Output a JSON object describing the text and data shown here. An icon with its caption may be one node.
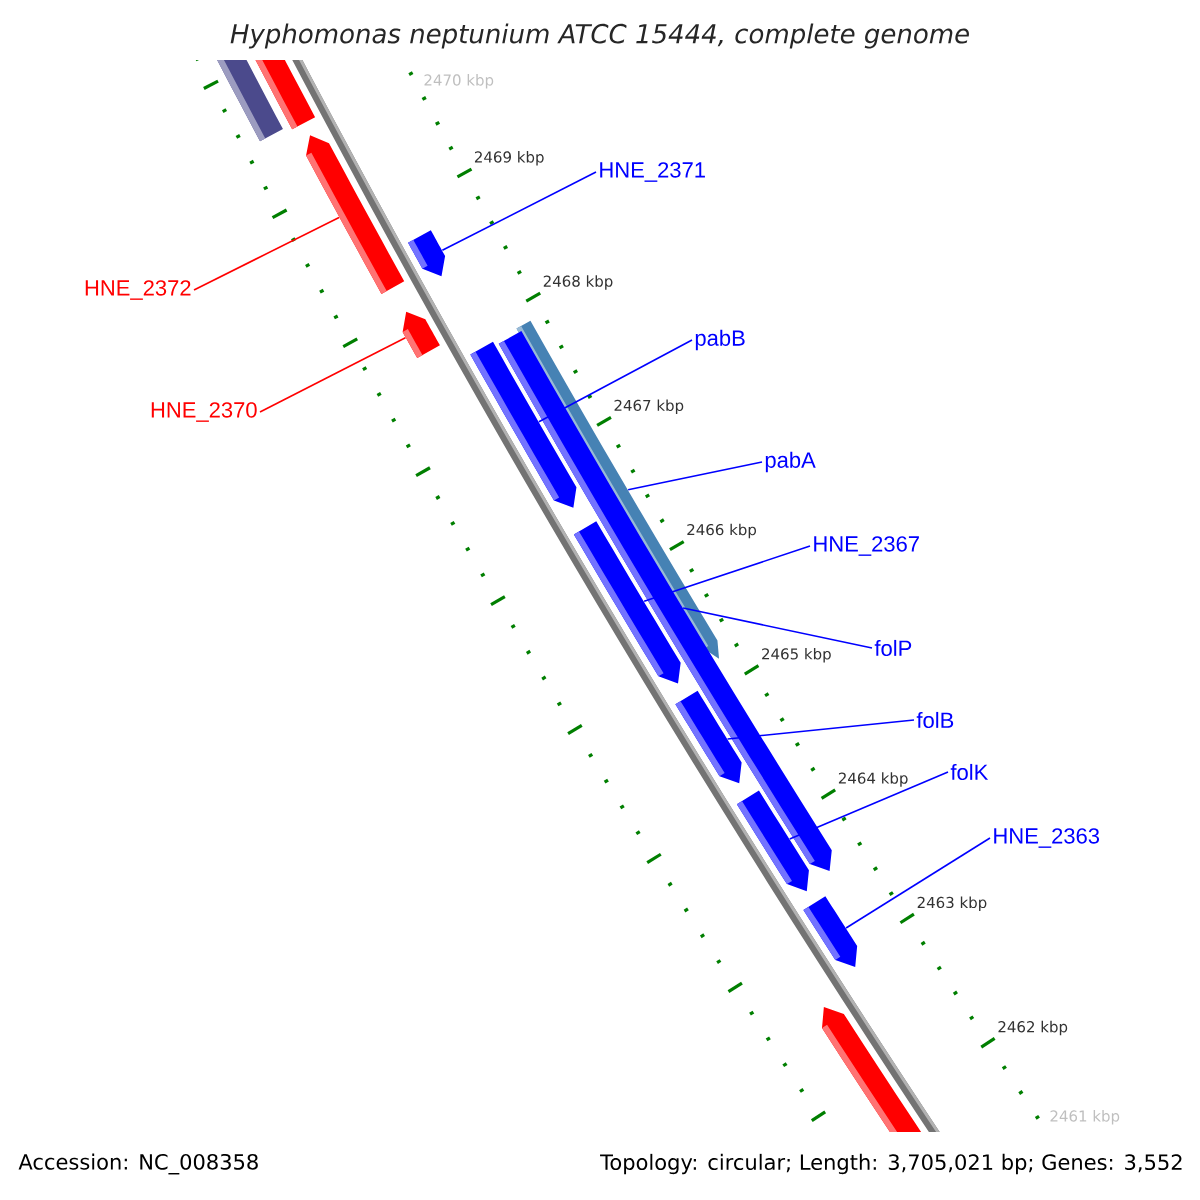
{
  "diagram": {
    "title": "Hyphomonas neptunium ATCC 15444, complete genome",
    "nodes": [
      {
        "text": [
          "HNE_2371"
        ]
      },
      {
        "text": [
          "HNE_2372"
        ]
      },
      {
        "text": [
          "pabB"
        ]
      },
      {
        "text": [
          "HNE_2370"
        ]
      },
      {
        "text": [
          "pabA"
        ]
      },
      {
        "text": [
          "HNE_2367"
        ]
      },
      {
        "text": [
          "folP"
        ]
      },
      {
        "text": [
          "folB"
        ]
      },
      {
        "text": [
          "folK"
        ]
      },
      {
        "text": [
          "HNE_2363"
        ]
      },
      {
        "text": [],
        "shape": "bar"
      },
      {
        "text": [],
        "shape": "bar"
      },
      {
        "text": [],
        "shape": "bar"
      },
      {
        "text": [],
        "shape": "bar"
      },
      {
        "text": [],
        "shape": "bar"
      },
      {
        "text": [],
        "shape": "bar"
      },
      {
        "text": [],
        "shape": "bar"
      },
      {
        "text": [],
        "shape": "bar"
      },
      {
        "text": [],
        "shape": "bar"
      },
      {
        "text": [],
        "shape": "bar"
      },
      {
        "text": [],
        "shape": "bar"
      },
      {
        "text": [],
        "shape": "bar"
      },
      {
        "text": [],
        "shape": "bar"
      }
    ],
    "edges": [
      {
        "from": 0,
        "to": 13,
        "arrow": "none"
      },
      {
        "from": 1,
        "to": 12,
        "arrow": "none",
        "color": "#ff0000"
      },
      {
        "from": 2,
        "to": 15,
        "arrow": "none"
      },
      {
        "from": 3,
        "to": 14,
        "arrow": "none",
        "color": "#ff0000"
      },
      {
        "from": 4,
        "to": 16,
        "arrow": "none"
      },
      {
        "from": 5,
        "to": 17,
        "arrow": "none"
      },
      {
        "from": 6,
        "to": 18,
        "arrow": "none"
      },
      {
        "from": 7,
        "to": 19,
        "arrow": "none"
      },
      {
        "from": 8,
        "to": 20,
        "arrow": "none"
      },
      {
        "from": 9,
        "to": 21,
        "arrow": "none"
      }
    ],
    "labels": [
      "2470 kbp",
      "2469 kbp",
      "2468 kbp",
      "2467 kbp",
      "2466 kbp",
      "2465 kbp",
      "2464 kbp",
      "2463 kbp",
      "2462 kbp",
      "2461 kbp",
      "Accession: NC_008358",
      "Topology: circular; Length: 3,705,021 bp; Genes: 3,552"
    ]
  }
}
